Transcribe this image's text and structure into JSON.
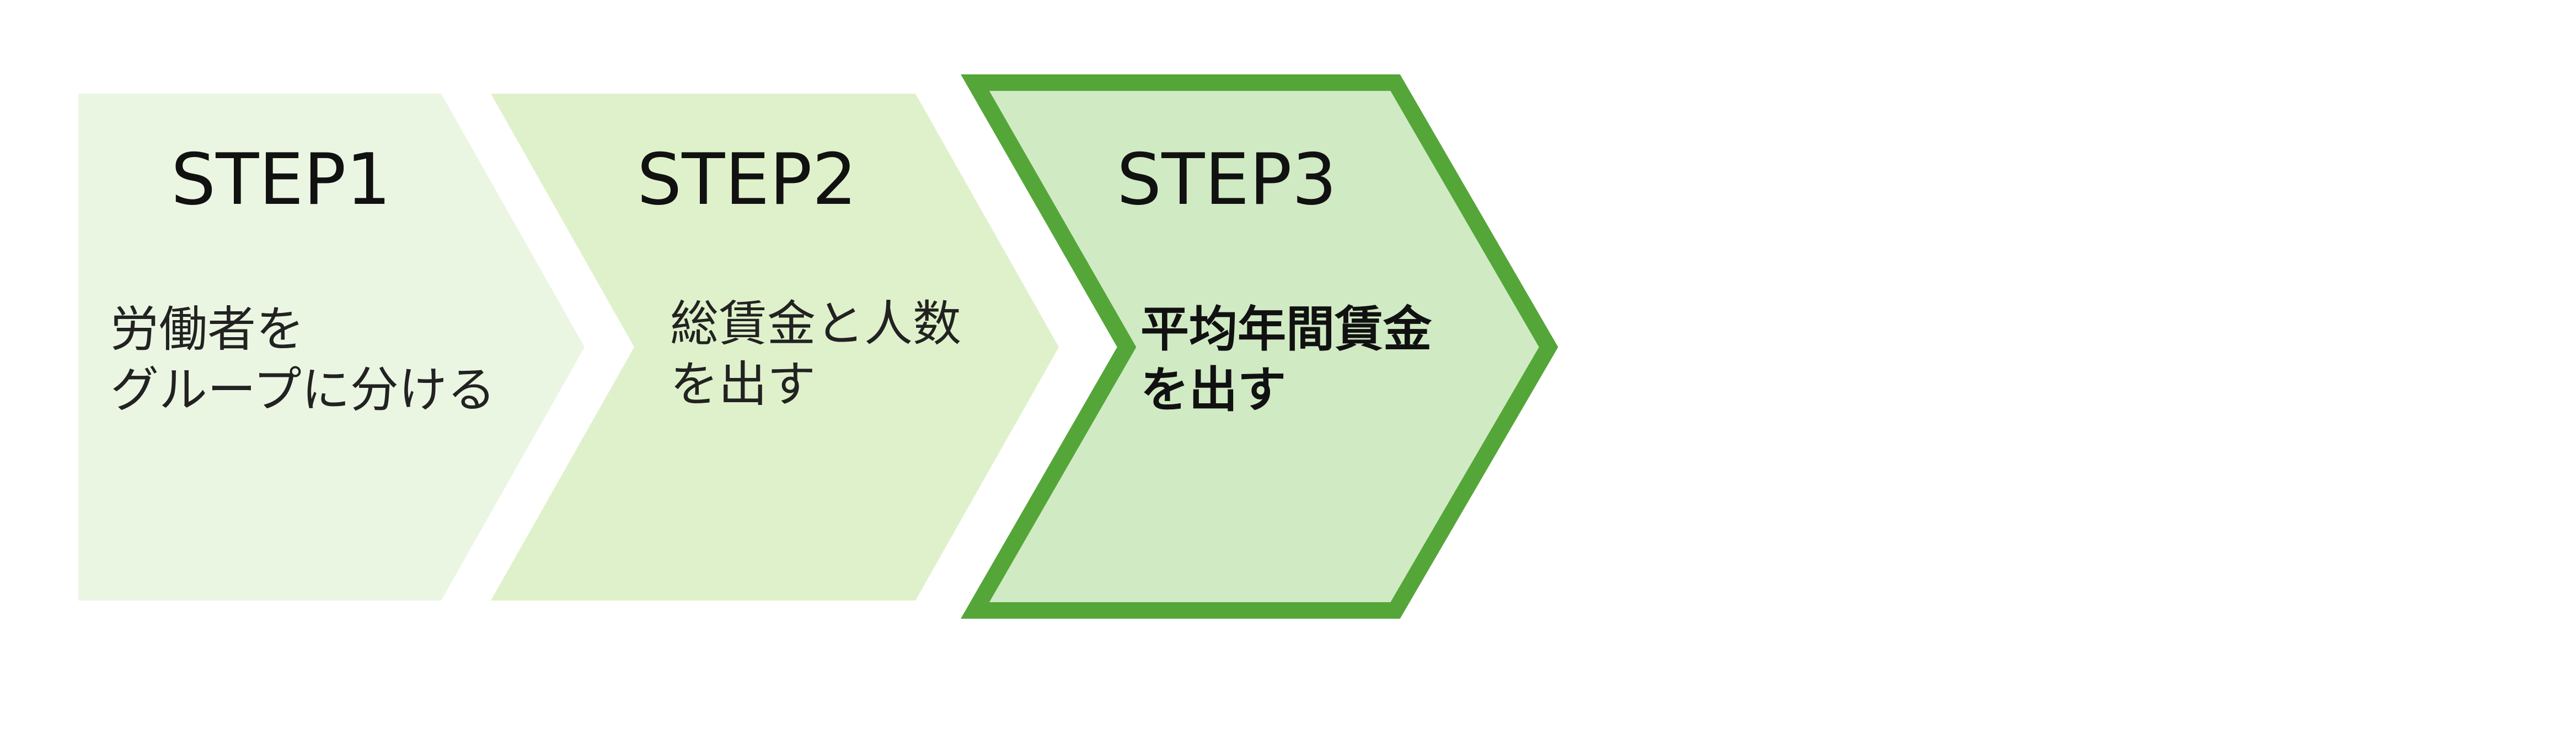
{
  "steps": [
    {
      "title": "STEP1",
      "lines": [
        "労働者を",
        "グループに分ける"
      ],
      "fill": "#ebf6e2",
      "highlighted": false
    },
    {
      "title": "STEP2",
      "lines": [
        "総賃金と人数",
        "を出す"
      ],
      "fill": "#dff1ca",
      "highlighted": false
    },
    {
      "title": "STEP3",
      "lines": [
        "平均年間賃金",
        "を出す"
      ],
      "fill": "#d0eac4",
      "highlighted": true,
      "border": "#55a638"
    }
  ]
}
